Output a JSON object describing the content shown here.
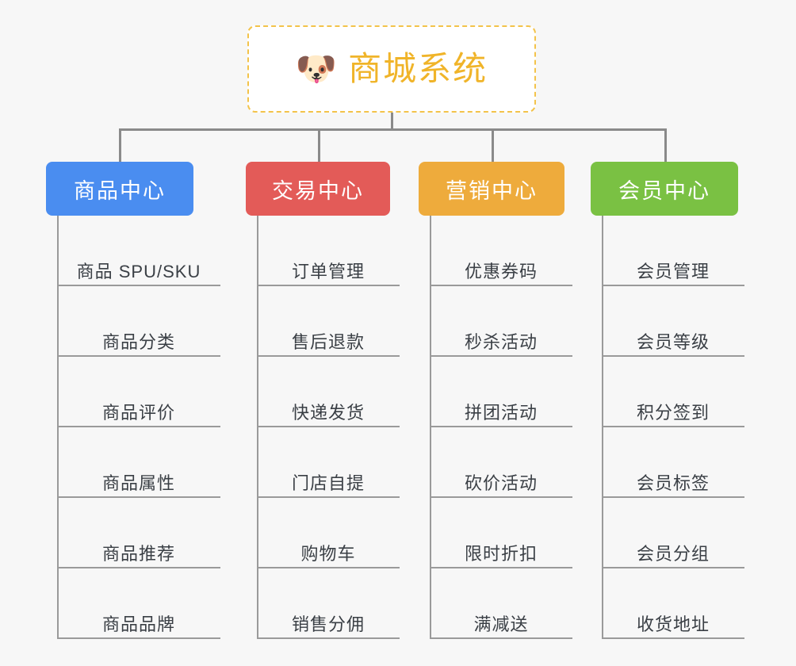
{
  "background_color": "#f7f7f7",
  "root": {
    "icon": "shiba-dog-face-icon",
    "icon_glyph": "🐶",
    "title": "商城系统",
    "title_color": "#f0b429",
    "border_color": "#f3c34a",
    "background": "#ffffff"
  },
  "connector_color": "#8a8a8a",
  "branches": [
    {
      "label": "商品中心",
      "color": "#4a8df0",
      "name": "product-center",
      "items": [
        "商品 SPU/SKU",
        "商品分类",
        "商品评价",
        "商品属性",
        "商品推荐",
        "商品品牌"
      ]
    },
    {
      "label": "交易中心",
      "color": "#e35b58",
      "name": "trade-center",
      "items": [
        "订单管理",
        "售后退款",
        "快递发货",
        "门店自提",
        "购物车",
        "销售分佣"
      ]
    },
    {
      "label": "营销中心",
      "color": "#eeab3c",
      "name": "marketing-center",
      "items": [
        "优惠券码",
        "秒杀活动",
        "拼团活动",
        "砍价活动",
        "限时折扣",
        "满减送"
      ]
    },
    {
      "label": "会员中心",
      "color": "#7ac143",
      "name": "member-center",
      "items": [
        "会员管理",
        "会员等级",
        "积分签到",
        "会员标签",
        "会员分组",
        "收货地址"
      ]
    }
  ]
}
